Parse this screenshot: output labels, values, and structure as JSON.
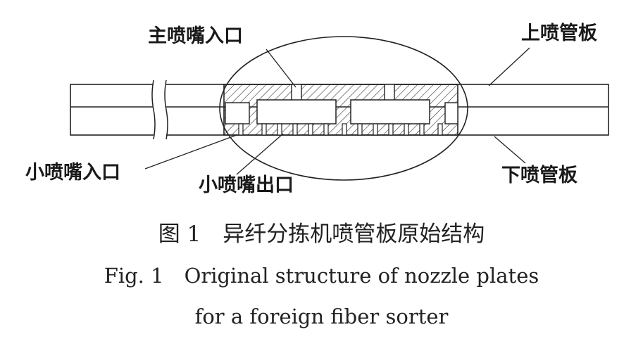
{
  "labels": {
    "main_inlet": "主喷嘴入口",
    "upper_plate": "上喷管板",
    "small_inlet": "小喷嘴入口",
    "small_outlet": "小喷嘴出口",
    "lower_plate": "下喷管板"
  },
  "caption": {
    "cn": "图 1　异纤分拣机喷管板原始结构",
    "en_line1": "Fig. 1　Original structure of nozzle plates",
    "en_line2": "for a foreign fiber sorter"
  }
}
